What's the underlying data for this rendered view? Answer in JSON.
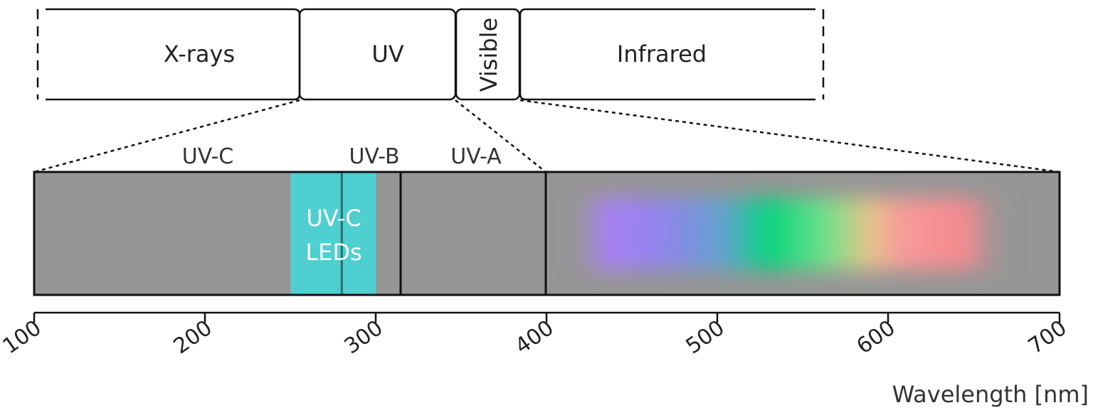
{
  "spectrum_bands": [
    {
      "name": "X-rays"
    },
    {
      "name": "UV"
    },
    {
      "name": "Visible"
    },
    {
      "name": "Infrared"
    }
  ],
  "uv_subbands": [
    {
      "name": "UV-C",
      "start": 100,
      "end": 280
    },
    {
      "name": "UV-B",
      "start": 280,
      "end": 315
    },
    {
      "name": "UV-A",
      "start": 315,
      "end": 400
    }
  ],
  "led_band": {
    "line1": "UV-C",
    "line2": "LEDs",
    "start": 250,
    "end": 300,
    "marker": 280,
    "color": "#4fcfd0"
  },
  "visible_spectrum": {
    "start": 400,
    "end": 700,
    "colors": [
      "#a77ff5",
      "#6f9fe0",
      "#00d47e",
      "#f8a09a",
      "#f7868c",
      "#cfa19e"
    ]
  },
  "axis": {
    "min": 100,
    "max": 700,
    "ticks": [
      "100",
      "200",
      "300",
      "400",
      "500",
      "600",
      "700"
    ],
    "label": "Wavelength [nm]"
  },
  "colors": {
    "bar_gray": "#969696",
    "outline": "#111111"
  }
}
